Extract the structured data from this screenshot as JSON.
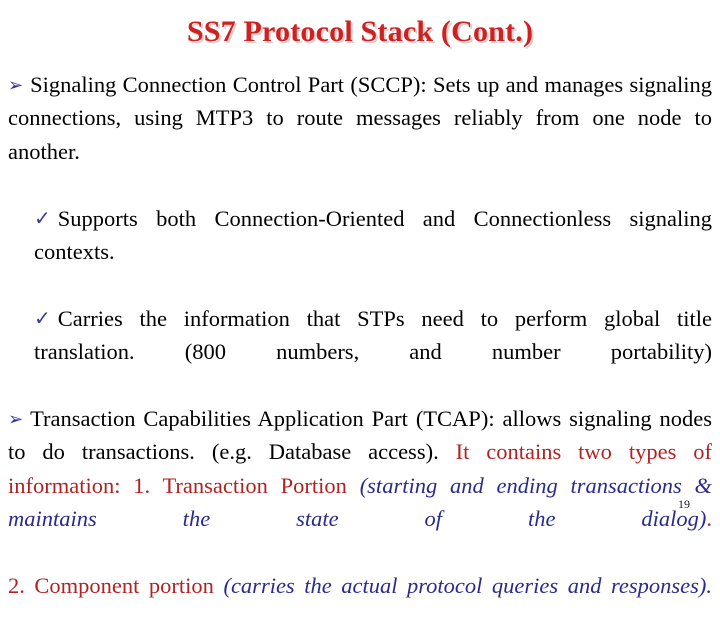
{
  "slide": {
    "title": "SS7 Protocol Stack (Cont.)",
    "page_number": "19",
    "colors": {
      "title_red": "#cc2222",
      "body_red": "#b22222",
      "italic_blue": "#2b2b8f",
      "bullet_blue": "#33339c",
      "text_black": "#000000",
      "background": "#ffffff"
    },
    "bullets": {
      "arrow_glyph": "➢",
      "check_glyph": "✓"
    },
    "paragraphs": [
      {
        "level": 1,
        "bullet": "arrow",
        "runs": [
          {
            "style": "black",
            "text": "Signaling Connection Control Part (SCCP): Sets up and manages signaling connections, using MTP3 to route messages reliably from one node to another."
          }
        ]
      },
      {
        "level": 2,
        "bullet": "check",
        "runs": [
          {
            "style": "black",
            "text": "Supports both Connection-Oriented and Connectionless signaling contexts."
          }
        ]
      },
      {
        "level": 2,
        "bullet": "check",
        "runs": [
          {
            "style": "black",
            "text": "Carries the information that STPs need to perform global title translation. (800 numbers, and number portability)"
          }
        ]
      },
      {
        "level": 1,
        "bullet": "arrow",
        "runs": [
          {
            "style": "black",
            "text": "Transaction Capabilities Application Part (TCAP): allows signaling nodes to do transactions. (e.g. Database access). "
          },
          {
            "style": "red",
            "text": "It contains two types of information: 1. Transaction Portion "
          },
          {
            "style": "blue-italic",
            "text": "(starting and ending transactions & maintains the state of the dialog)"
          },
          {
            "style": "red",
            "text": "."
          }
        ]
      },
      {
        "level": 1,
        "bullet": "none",
        "runs": [
          {
            "style": "red",
            "text": "2. Component portion "
          },
          {
            "style": "blue-italic",
            "text": "(carries the actual protocol queries and responses)"
          },
          {
            "style": "blue-italic",
            "text": "."
          }
        ]
      }
    ]
  }
}
